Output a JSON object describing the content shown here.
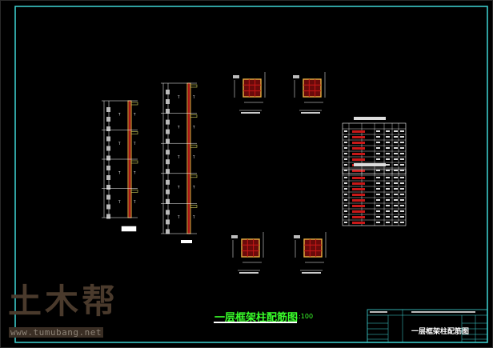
{
  "drawing": {
    "title": "一层框架柱配筋图",
    "scale": "1:100",
    "title_block_name": "一层框架柱配筋图"
  },
  "watermark": {
    "logo_text": "土木帮",
    "url": "www.tumubang.net"
  },
  "colors": {
    "background": "#000000",
    "frame": "#3fd6d6",
    "title": "#39ff2a",
    "rebar": "#c81818",
    "concrete": "#e8b040",
    "lines": "#ffffff"
  }
}
